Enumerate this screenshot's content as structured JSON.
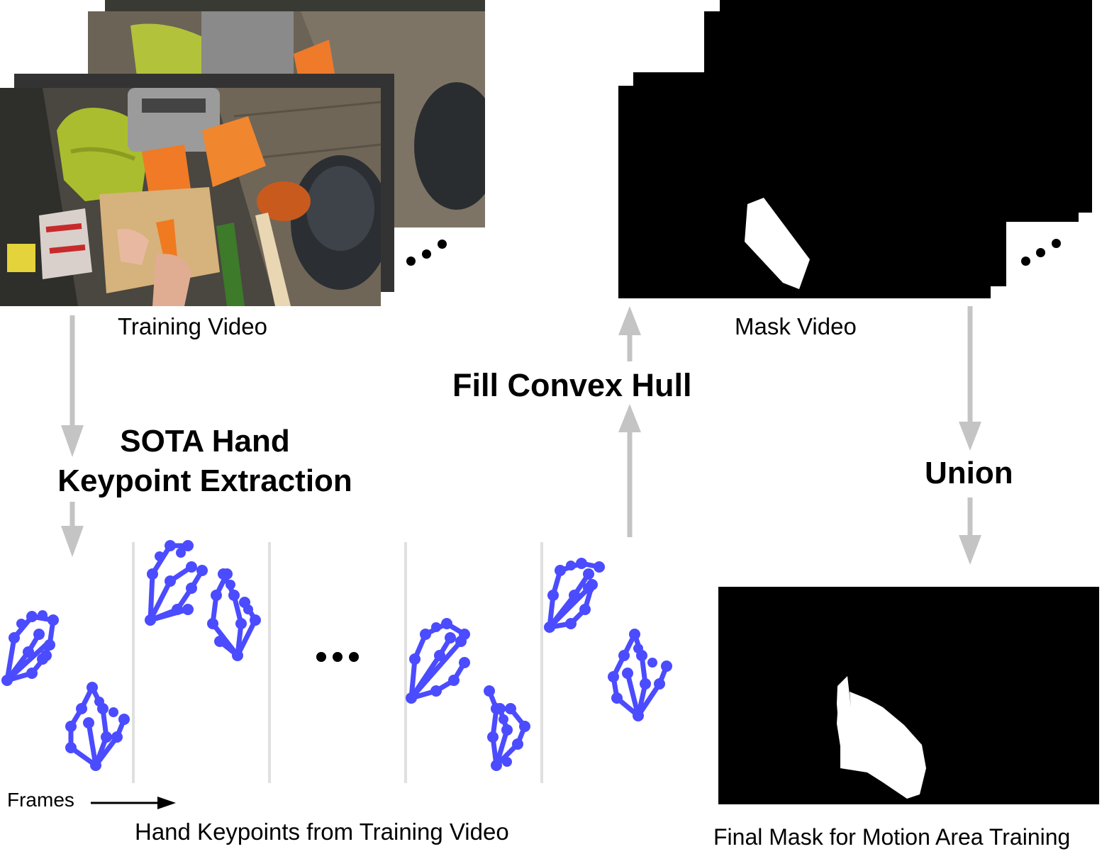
{
  "labels": {
    "training_video": "Training Video",
    "mask_video": "Mask Video",
    "fill_convex_hull": "Fill Convex Hull",
    "sota_line1": "SOTA Hand",
    "sota_line2": "Keypoint Extraction",
    "union": "Union",
    "frames": "Frames",
    "hand_keypoints": "Hand Keypoints from Training Video",
    "final_mask": "Final Mask for Motion Area Training"
  },
  "colors": {
    "arrow": "#c4c4c4",
    "keypoint": "#4b4bff",
    "mask_bg": "#000000",
    "mask_fg": "#ffffff",
    "separator": "#e0e0e0"
  }
}
